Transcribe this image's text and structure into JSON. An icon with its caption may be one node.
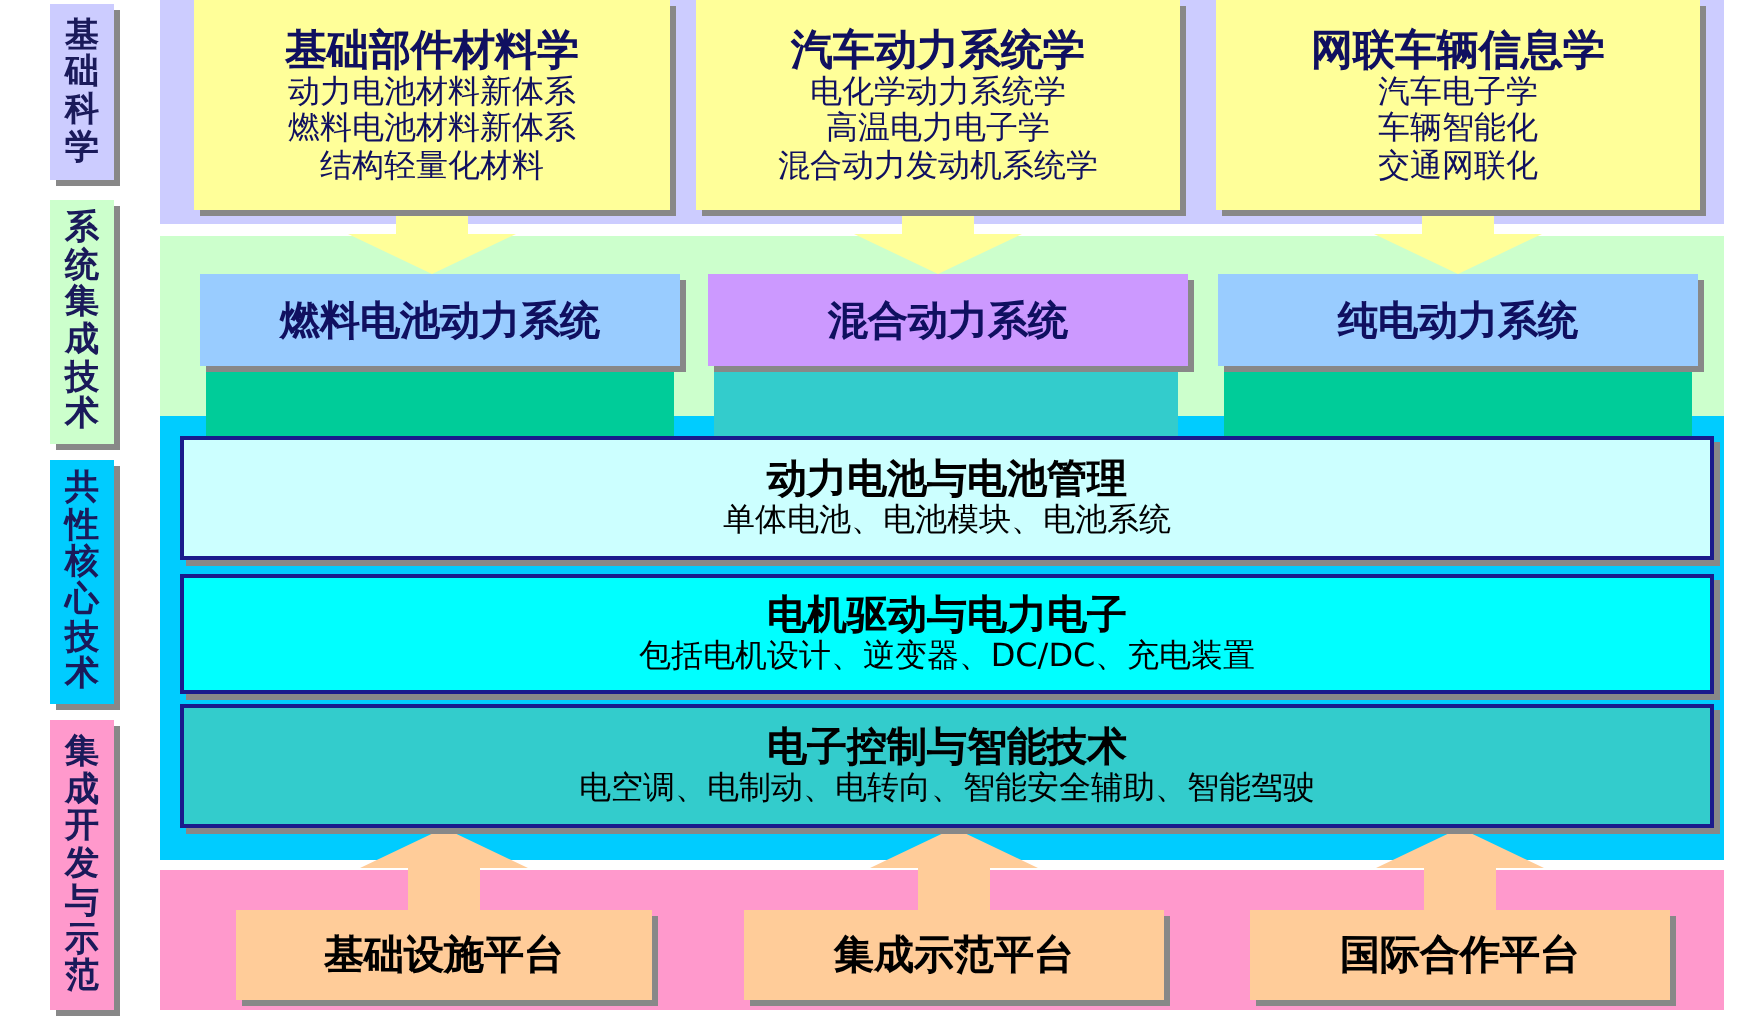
{
  "diagram": {
    "nodes": [
      {
        "text": [
          "基础科学"
        ]
      },
      {
        "text": [
          "系统集成技术"
        ]
      },
      {
        "text": [
          "共性核心技术"
        ]
      },
      {
        "text": [
          "集成开发与示范"
        ]
      },
      {
        "text": [
          "基础部件材料学",
          "动力电池材料新体系",
          "燃料电池材料新体系",
          "结构轻量化材料"
        ]
      },
      {
        "text": [
          "汽车动力系统学",
          "电化学动力系统学",
          "高温电力电子学",
          "混合动力发动机系统学"
        ]
      },
      {
        "text": [
          "网联车辆信息学",
          "汽车电子学",
          "车辆智能化",
          "交通网联化"
        ]
      },
      {
        "text": [
          "燃料电池动力系统"
        ]
      },
      {
        "text": [
          "混合动力系统"
        ]
      },
      {
        "text": [
          "纯电动力系统"
        ]
      },
      {
        "text": [
          "动力电池与电池管理",
          "单体电池、电池模块、电池系统"
        ]
      },
      {
        "text": [
          "电机驱动与电力电子",
          "包括电机设计、逆变器、DC/DC、充电装置"
        ]
      },
      {
        "text": [
          "电子控制与智能技术",
          "电空调、电制动、电转向、智能安全辅助、智能驾驶"
        ]
      },
      {
        "text": [
          "基础设施平台"
        ]
      },
      {
        "text": [
          "集成示范平台"
        ]
      },
      {
        "text": [
          "国际合作平台"
        ]
      },
      {
        "text": [],
        "shape": "bar"
      },
      {
        "text": [],
        "shape": "bar"
      },
      {
        "text": [],
        "shape": "bar"
      }
    ],
    "edges": [
      {
        "from": 4,
        "to": 7,
        "arrow": "to"
      },
      {
        "from": 5,
        "to": 8,
        "arrow": "to"
      },
      {
        "from": 6,
        "to": 9,
        "arrow": "to"
      },
      {
        "from": 13,
        "to": 12,
        "arrow": "to"
      },
      {
        "from": 14,
        "to": 12,
        "arrow": "to"
      },
      {
        "from": 15,
        "to": 12,
        "arrow": "to"
      }
    ]
  }
}
